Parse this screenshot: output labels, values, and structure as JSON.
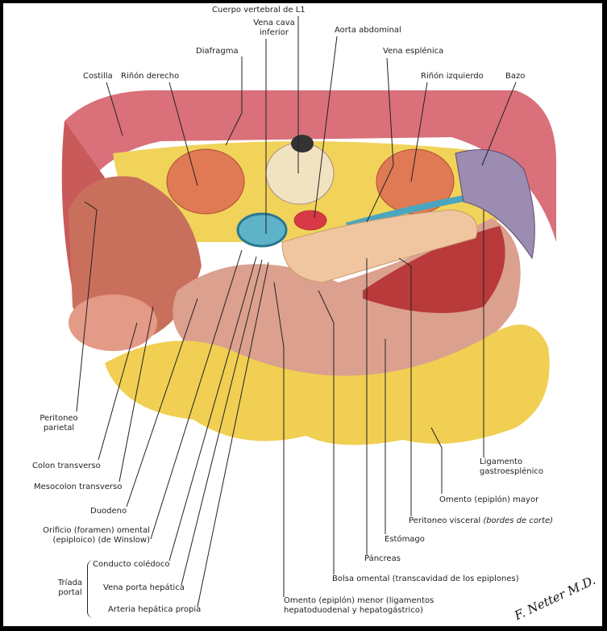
{
  "labels": {
    "cuerpo_vertebral": "Cuerpo vertebral de L1",
    "vena_cava_1": "Vena cava",
    "vena_cava_2": "inferior",
    "aorta": "Aorta abdominal",
    "diafragma": "Diafragma",
    "vena_esplenica": "Vena esplénica",
    "costilla": "Costilla",
    "rinon_derecho": "Riñón derecho",
    "rinon_izquierdo": "Riñón izquierdo",
    "bazo": "Bazo",
    "peritoneo_parietal_1": "Peritoneo",
    "peritoneo_parietal_2": "parietal",
    "colon_transverso": "Colon transverso",
    "mesocolon_transverso": "Mesocolon transverso",
    "duodeno": "Duodeno",
    "orificio_1": "Orificio (foramen) omental",
    "orificio_2": "(epiploico) (de Winslow)",
    "triada_1": "Tríada",
    "triada_2": "portal",
    "conducto_coledoco": "Conducto colédoco",
    "vena_porta": "Vena porta hepática",
    "arteria_hepatica": "Arteria hepática propia",
    "omento_menor_1": "Omento (epiplón) menor (ligamentos",
    "omento_menor_2": "hepatoduodenal y hepatogástrico)",
    "bolsa_omental": "Bolsa omental (transcavidad de los epiplones)",
    "pancreas": "Páncreas",
    "estomago": "Estómago",
    "peritoneo_visceral": "Peritoneo visceral",
    "peritoneo_visceral_note": "(bordes de corte)",
    "omento_mayor": "Omento (epiplón) mayor",
    "ligamento_1": "Ligamento",
    "ligamento_2": "gastroesplénico"
  },
  "signature": "F. Netter M.D."
}
